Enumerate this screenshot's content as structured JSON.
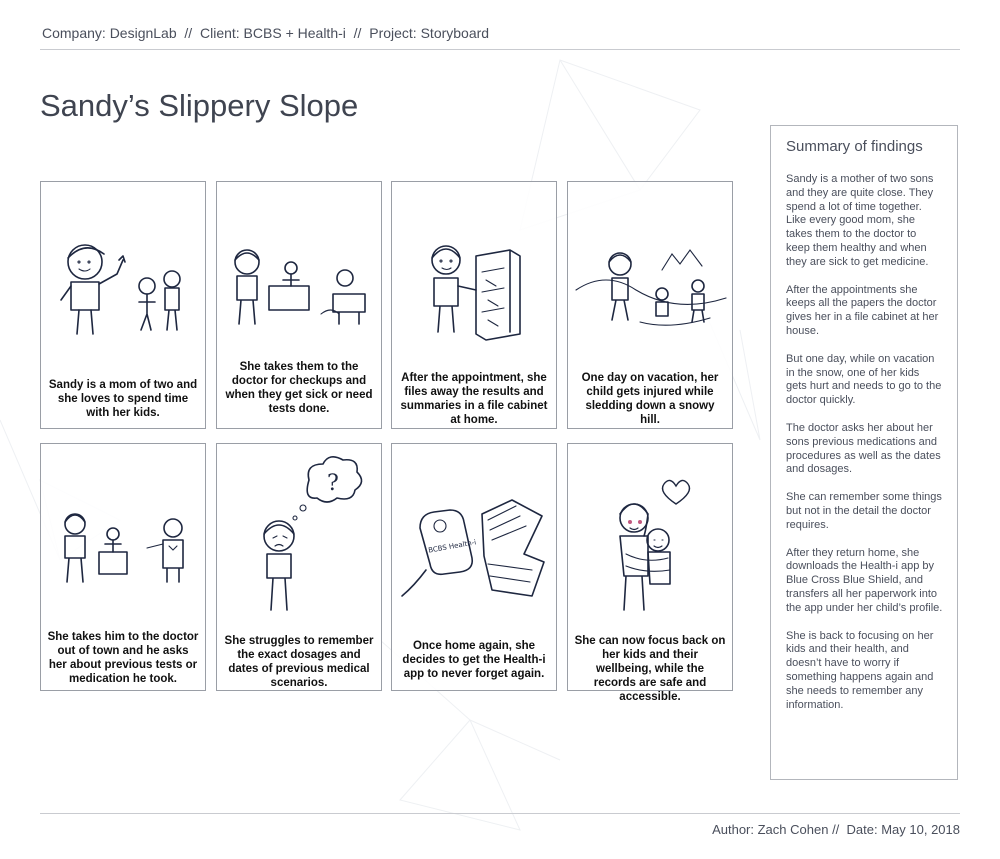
{
  "header": {
    "company": "Company: DesignLab",
    "client": "Client: BCBS + Health-i",
    "project": "Project: Storyboard",
    "separator": "//"
  },
  "title": "Sandy’s Slippery Slope",
  "panels": [
    {
      "caption": "Sandy is a mom of two and she loves to spend time with her kids."
    },
    {
      "caption": "She takes them to the doctor for checkups and when they get sick or need tests done."
    },
    {
      "caption": "After the appointment, she files away the results and summaries in a file cabinet at home."
    },
    {
      "caption": "One day on vacation, her child gets injured while sledding down a snowy hill."
    },
    {
      "caption": "She takes him to the doctor out of town and he asks her about previous tests or medication he took."
    },
    {
      "caption": "She struggles to remember the exact dosages and dates of previous medical scenarios."
    },
    {
      "caption": "Once home again, she decides to get the Health-i app to never forget again."
    },
    {
      "caption": "She can now focus back on her kids and their wellbeing, while the records are safe and accessible."
    }
  ],
  "summary": {
    "heading": "Summary of findings",
    "paragraphs": [
      "Sandy is a mother of two sons and they are quite close. They spend a lot of time together. Like every good mom, she takes them to the doctor to keep them healthy and when they are sick to get medicine.",
      "After the appointments she keeps all the papers the doctor gives her in a file cabinet at her house.",
      "But one day, while on vacation in the snow, one of her kids gets hurt and needs to go to the doctor quickly.",
      "The doctor asks her about her sons previous medications and procedures as well as the dates and dosages.",
      "She can remember some things but not in the detail the doctor requires.",
      "After they return home, she downloads the Health-i app by Blue Cross Blue Shield, and transfers all her paperwork into the app under her child’s profile.",
      "She is back to focusing on her kids and their health, and doesn’t have to worry if something happens again and she needs to remember any information."
    ]
  },
  "sketch_labels": {
    "thought": "?",
    "phone": "BCBS Health-i"
  },
  "footer": {
    "author": "Author: Zach Cohen",
    "separator": "//",
    "date": "Date: May 10, 2018"
  },
  "colors": {
    "text": "#3c4150",
    "ink": "#1e2740",
    "rule": "#c9cbd0",
    "accent": "#c25a80"
  }
}
